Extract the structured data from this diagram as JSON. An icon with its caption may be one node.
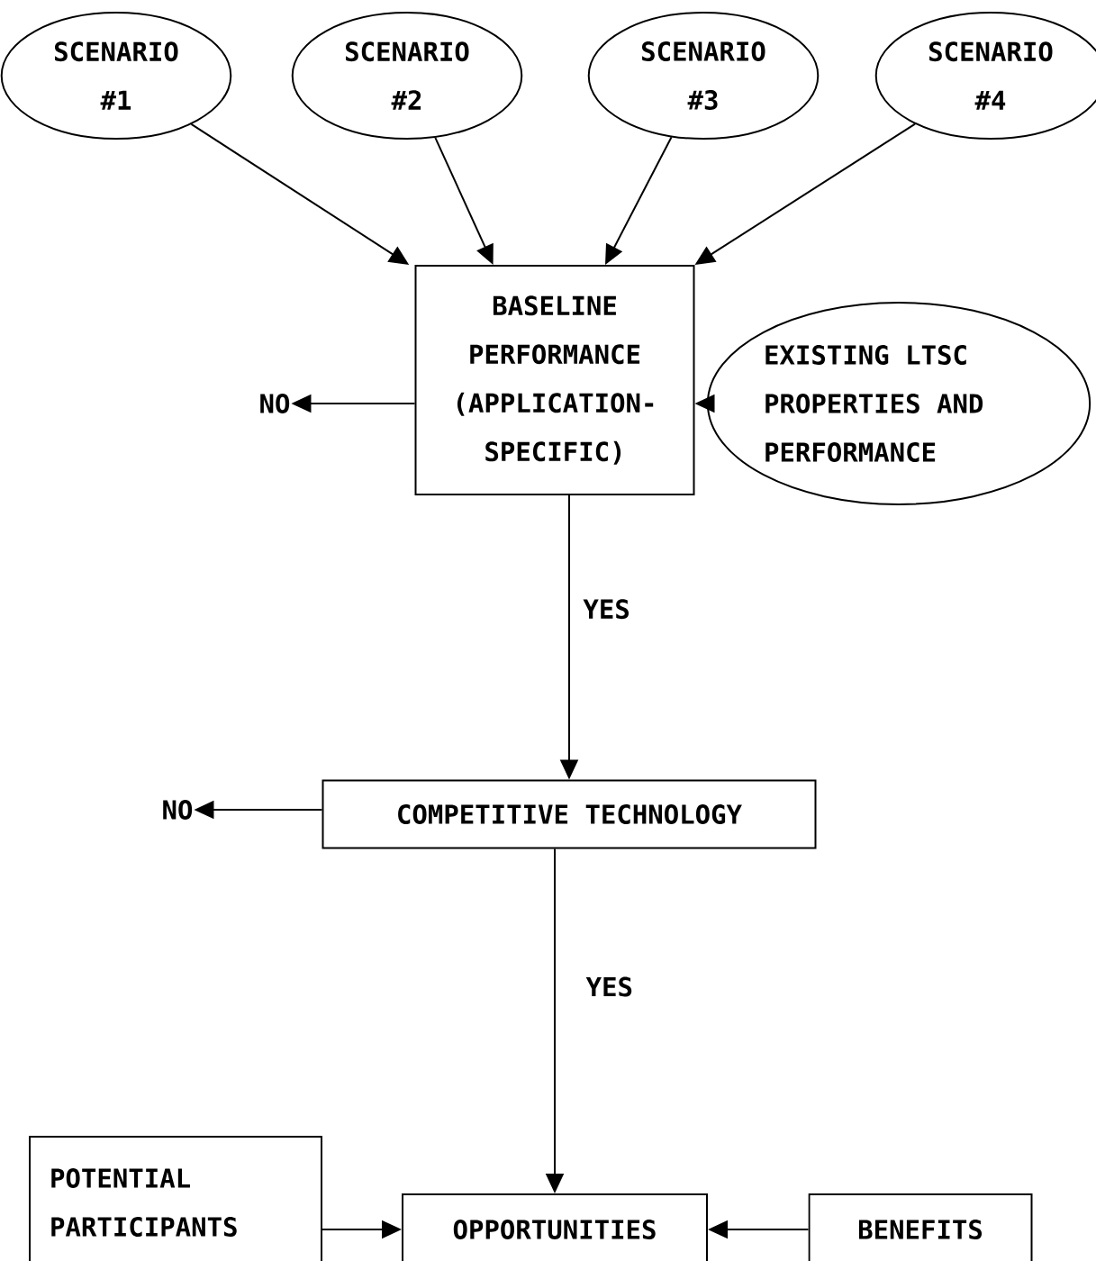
{
  "diagram": {
    "nodes": [
      {
        "text": [
          "SCENARIO #1"
        ]
      },
      {
        "text": [
          "SCENARIO #2"
        ]
      },
      {
        "text": [
          "SCENARIO #3"
        ]
      },
      {
        "text": [
          "SCENARIO #4"
        ]
      },
      {
        "text": [
          "BASELINE PERFORMANCE",
          "(APPLICATION-SPECIFIC)"
        ]
      },
      {
        "text": [
          "EXISTING LTSC PROPERTIES AND PERFORMANCE"
        ]
      },
      {
        "text": [
          "NO"
        ]
      },
      {
        "text": [
          "COMPETITIVE TECHNOLOGY"
        ]
      },
      {
        "text": [
          "NO"
        ]
      },
      {
        "text": [
          "POTENTIAL PARTICIPANTS"
        ]
      },
      {
        "text": [
          "OPPORTUNITIES"
        ]
      },
      {
        "text": [
          "BENEFITS"
        ]
      }
    ],
    "edges": [
      {
        "from": 0,
        "to": 4,
        "arrow": "to"
      },
      {
        "from": 1,
        "to": 4,
        "arrow": "to"
      },
      {
        "from": 2,
        "to": 4,
        "arrow": "to"
      },
      {
        "from": 3,
        "to": 4,
        "arrow": "to"
      },
      {
        "from": 5,
        "to": 4,
        "arrow": "to"
      },
      {
        "from": 4,
        "to": 6,
        "arrow": "to"
      },
      {
        "from": 4,
        "to": 7,
        "arrow": "to",
        "label": "YES"
      },
      {
        "from": 7,
        "to": 8,
        "arrow": "to"
      },
      {
        "from": 7,
        "to": 10,
        "arrow": "to",
        "label": "YES"
      },
      {
        "from": 9,
        "to": 10,
        "arrow": "to"
      },
      {
        "from": 11,
        "to": 10,
        "arrow": "to"
      }
    ]
  }
}
